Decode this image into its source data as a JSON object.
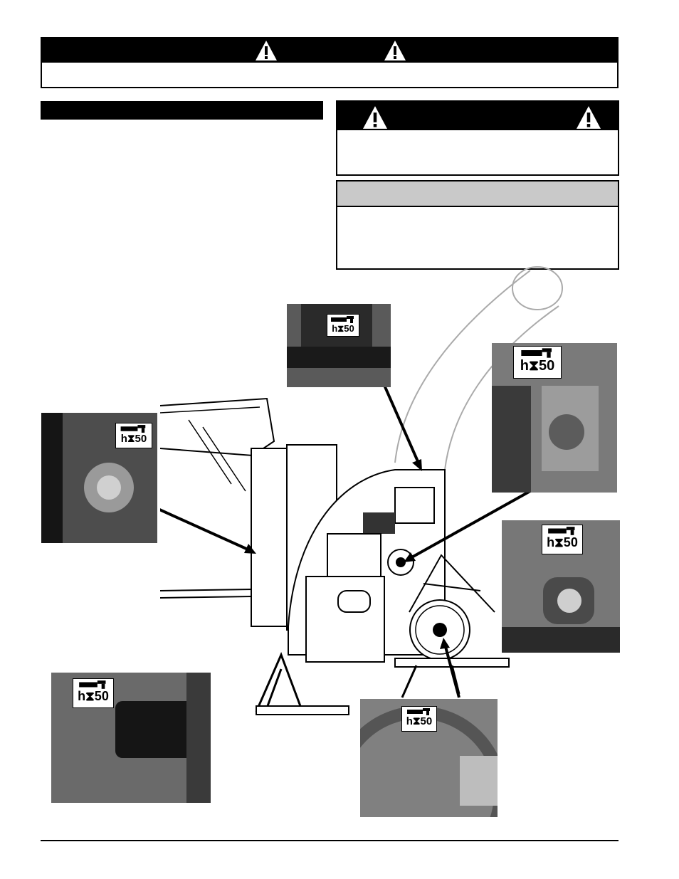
{
  "labels": {
    "grease_interval": "h⧗50",
    "grease_text_h": "h",
    "grease_text_num": "50"
  },
  "icons": {
    "warning": "warning-triangle-icon",
    "grease_gun": "grease-gun-icon",
    "hourglass": "hourglass-icon"
  },
  "colors": {
    "banner": "#000000",
    "notice_header": "#c9c9c9"
  }
}
